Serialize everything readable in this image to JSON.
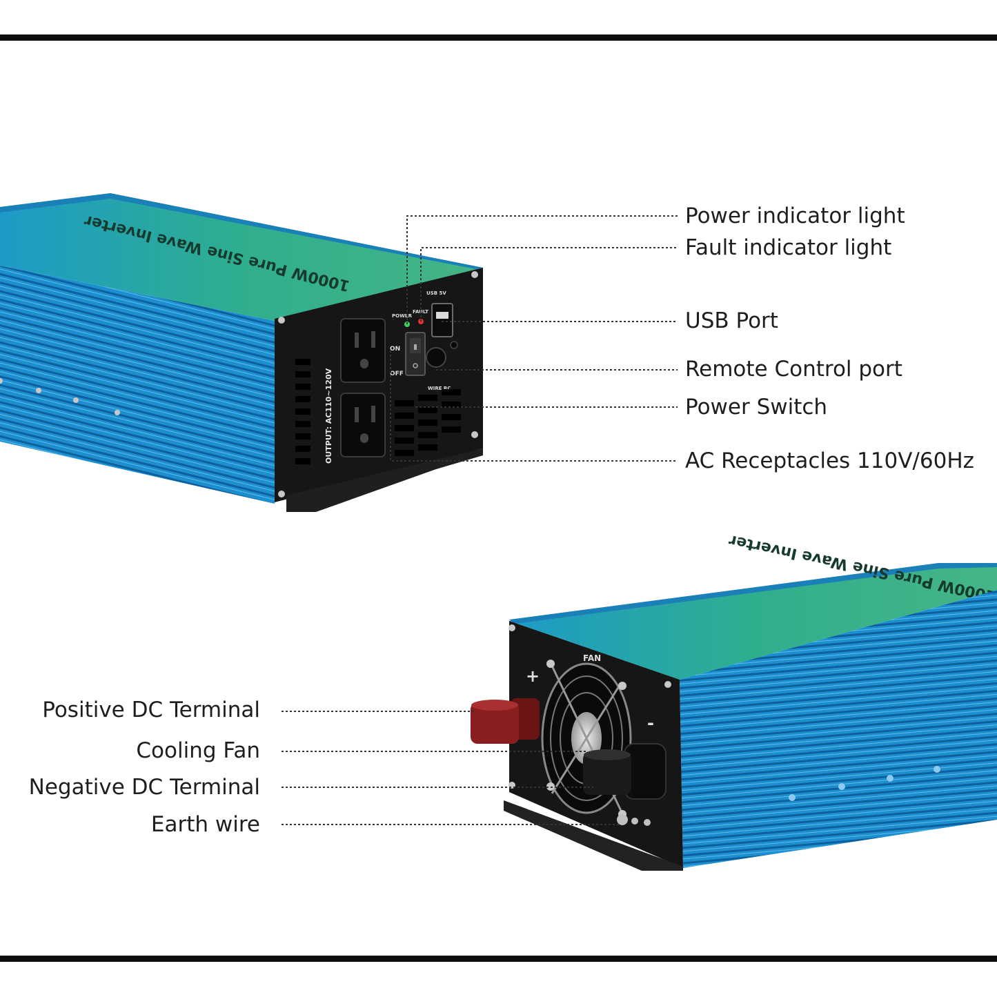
{
  "inverter_top": {
    "model_label": "1000W Pure Sine Wave Inverter",
    "output_label": "OUTPUT: AC110~120V",
    "panel_labels": {
      "on": "ON",
      "off": "OFF",
      "power": "POWER",
      "fault": "FAULT",
      "usb": "USB 5V",
      "wire_rc": "WIRE RC"
    }
  },
  "inverter_bottom": {
    "model_label": "1000W Pure Sine Wave Inverter",
    "panel_labels": {
      "fan": "FAN",
      "positive": "+",
      "negative": "-"
    }
  },
  "callouts_right": [
    {
      "label": "Power indicator light"
    },
    {
      "label": "Fault indicator light"
    },
    {
      "label": "USB Port"
    },
    {
      "label": "Remote Control port"
    },
    {
      "label": "Power Switch"
    },
    {
      "label": "AC Receptacles 110V/60Hz"
    }
  ],
  "callouts_left": [
    {
      "label": "Positive DC Terminal"
    },
    {
      "label": "Cooling Fan"
    },
    {
      "label": "Negative DC Terminal"
    },
    {
      "label": "Earth wire"
    }
  ],
  "colors": {
    "housing_blue": "#1c8fd0",
    "housing_dark": "#0f5f9c",
    "top_green": "#2fae8e",
    "panel_black": "#161616",
    "terminal_red": "#8a1d1d",
    "leader_line": "#333333",
    "frame": "#0d0d0d"
  }
}
